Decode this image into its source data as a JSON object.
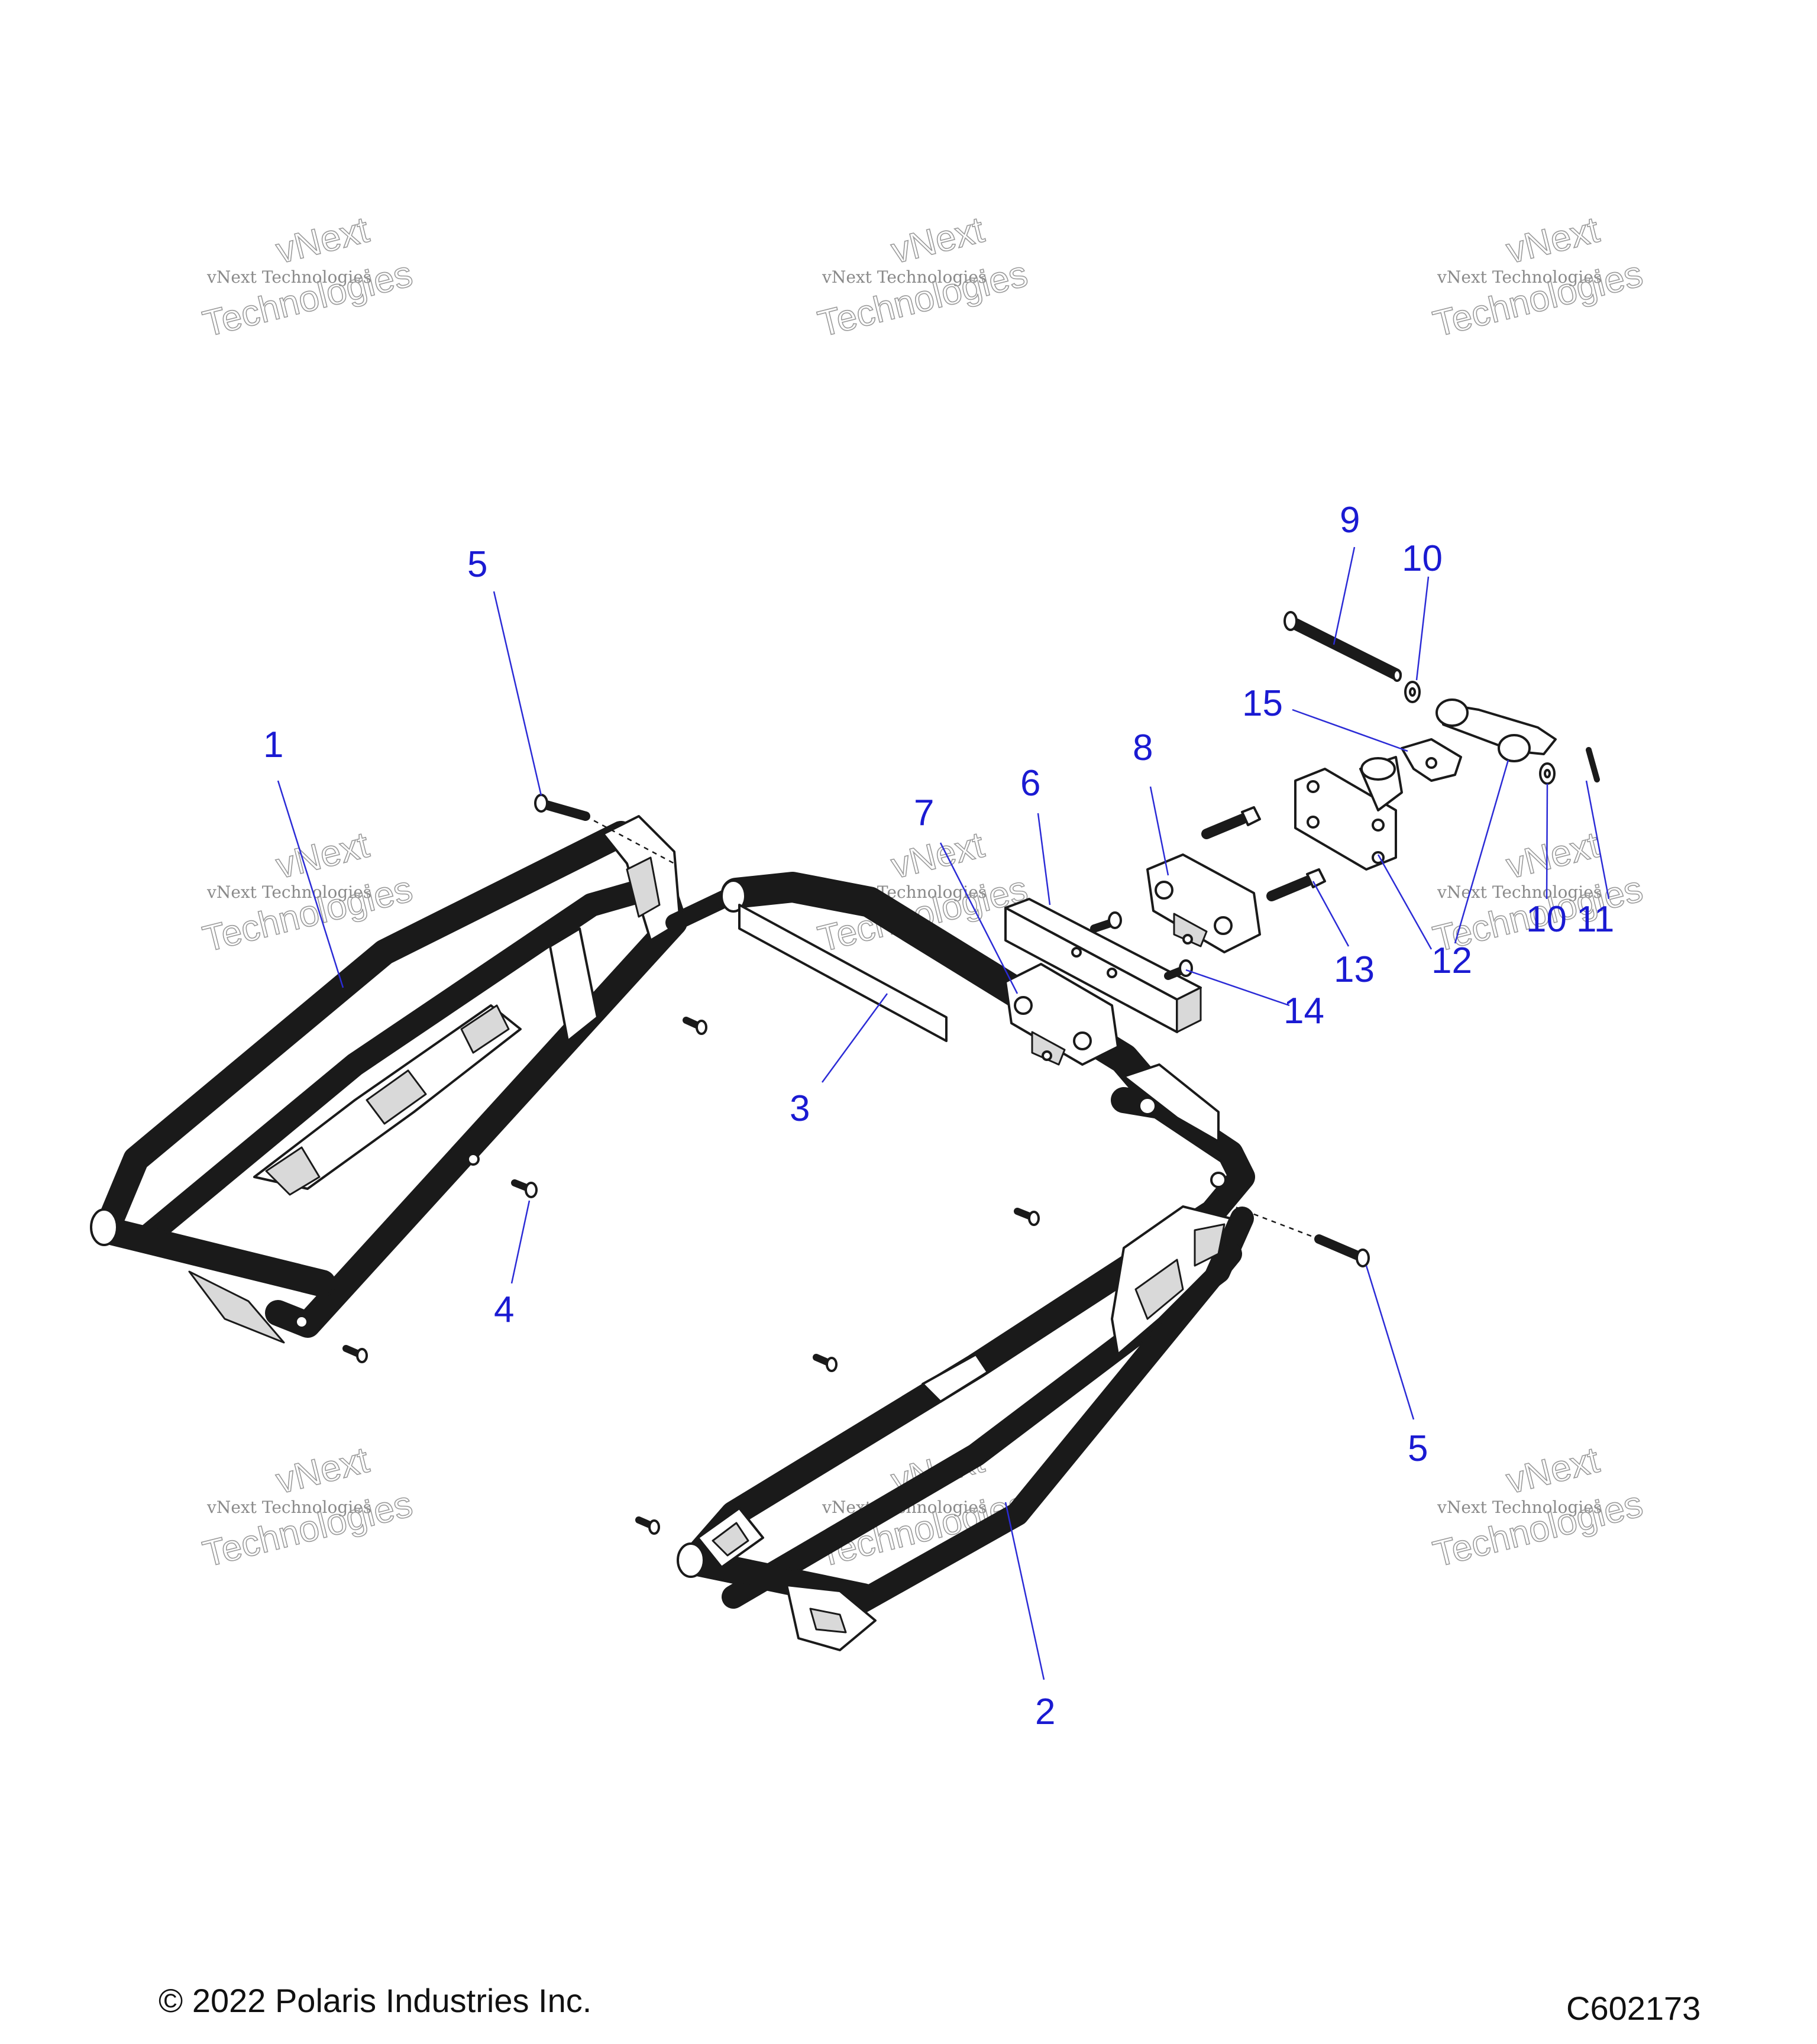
{
  "callouts": {
    "c1": "1",
    "c2": "2",
    "c3": "3",
    "c4": "4",
    "c5a": "5",
    "c5b": "5",
    "c6": "6",
    "c7": "7",
    "c8": "8",
    "c9": "9",
    "c10a": "10",
    "c10b": "10",
    "c11": "11",
    "c12": "12",
    "c13": "13",
    "c14": "14",
    "c15": "15"
  },
  "watermark": {
    "line1": "vNext",
    "line2": "vNext Technologies",
    "line3": "Technologies"
  },
  "footer": {
    "copyright": "© 2022 Polaris Industries Inc.",
    "diagram_id": "C602173"
  },
  "colors": {
    "callout": "#1a1ad2",
    "leader": "#2b2bd6",
    "linework": "#1a1a1a"
  }
}
